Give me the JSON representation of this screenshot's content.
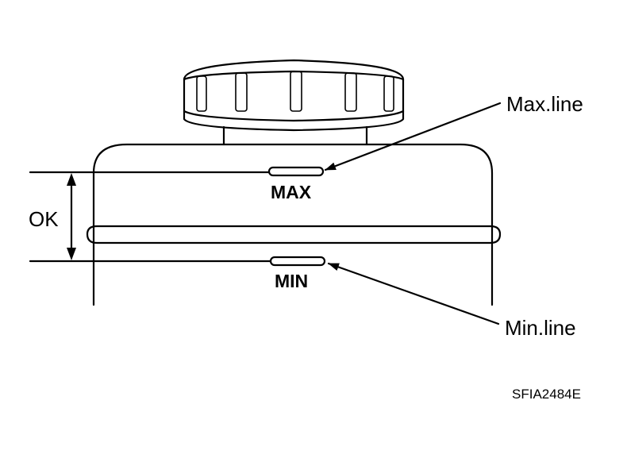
{
  "labels": {
    "max_callout": "Max.line",
    "min_callout": "Min.line",
    "max_marking": "MAX",
    "min_marking": "MIN",
    "ok_range": "OK",
    "figure_code": "SFIA2484E"
  },
  "colors": {
    "line": "#000000",
    "background": "#ffffff"
  }
}
